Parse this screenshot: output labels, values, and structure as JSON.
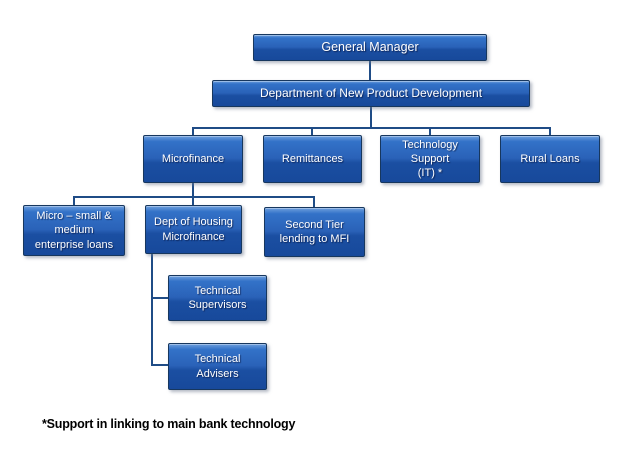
{
  "org_chart": {
    "nodes": [
      {
        "id": "general-manager",
        "label": "General Manager"
      },
      {
        "id": "dept-new-product-development",
        "label": "Department of New Product Development"
      },
      {
        "id": "microfinance",
        "label": "Microfinance"
      },
      {
        "id": "remittances",
        "label": "Remittances"
      },
      {
        "id": "technology-support-it",
        "label": "Technology\nSupport\n(IT) *"
      },
      {
        "id": "rural-loans",
        "label": "Rural Loans"
      },
      {
        "id": "micro-small-medium-enterprise-loans",
        "label": "Micro – small &\nmedium\nenterprise loans"
      },
      {
        "id": "dept-of-housing-microfinance",
        "label": "Dept of Housing\nMicrofinance"
      },
      {
        "id": "second-tier-lending-to-mfi",
        "label": "Second Tier\nlending to  MFI"
      },
      {
        "id": "technical-supervisors",
        "label": "Technical\nSupervisors"
      },
      {
        "id": "technical-advisers",
        "label": "Technical\nAdvisers"
      }
    ],
    "footnote": "*Support in linking to main bank technology"
  },
  "colors": {
    "box_gradient_top": "#3372C8",
    "box_gradient_bottom": "#17499B",
    "box_top_highlight": "#6FA0DD",
    "box_border": "#17375E",
    "connector_line": "#1F4C86",
    "box_text": "#FFFFFF",
    "footnote_text": "#000000",
    "background": "#FFFFFF"
  }
}
